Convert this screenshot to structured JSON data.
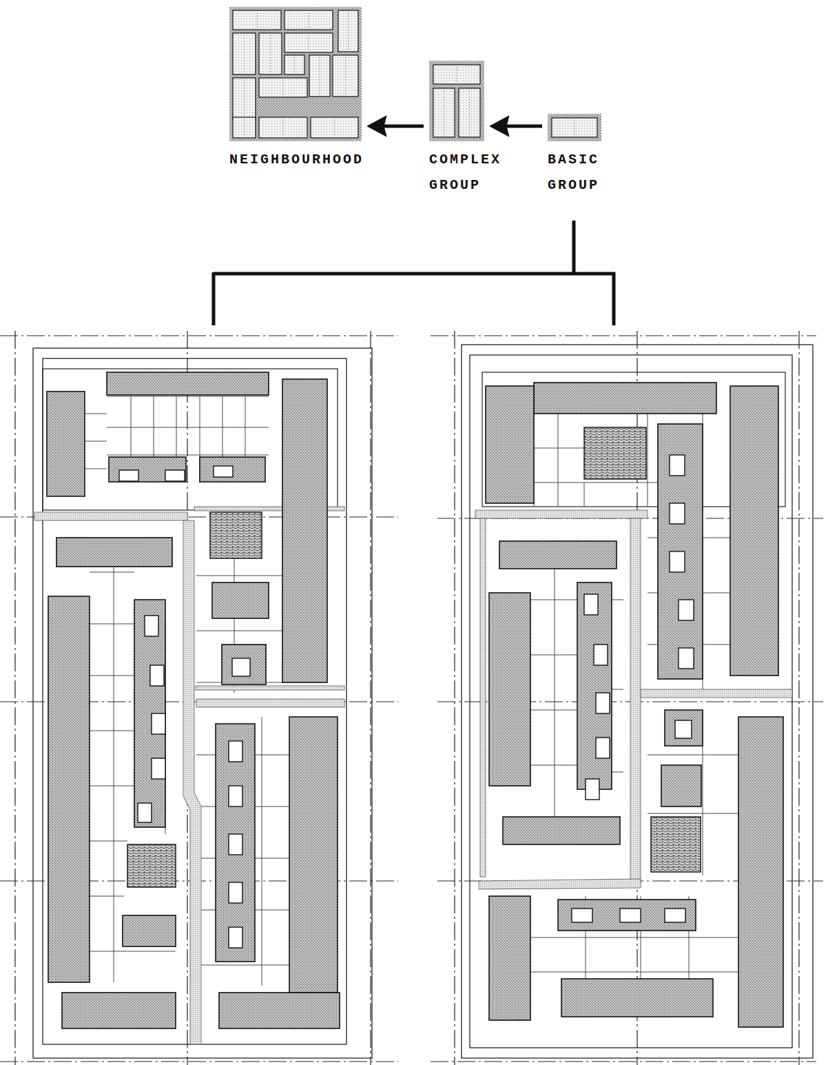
{
  "diagram": {
    "nodes": [
      {
        "text": [
          "NEIGHBOURHOOD"
        ]
      },
      {
        "text": [
          "COMPLEX GROUP"
        ]
      },
      {
        "text": [
          "BASIC GROUP"
        ]
      }
    ],
    "edges": [
      {
        "from": 2,
        "to": 1,
        "arrow": "to"
      },
      {
        "from": 1,
        "to": 0,
        "arrow": "to"
      }
    ]
  }
}
